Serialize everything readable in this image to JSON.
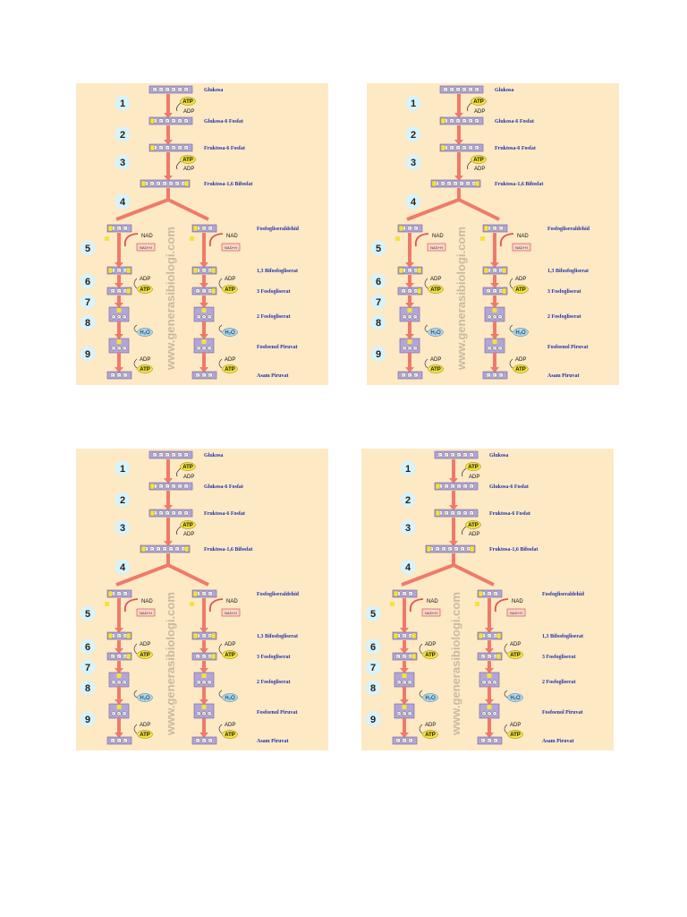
{
  "diagram": {
    "steps": [
      "1",
      "2",
      "3",
      "4",
      "5",
      "6",
      "7",
      "8",
      "9"
    ],
    "labels": {
      "glukosa": "Glukosa",
      "g6p": "Glukosa-6 Fosfat",
      "f6p": "Fruktosa-6 Fosfat",
      "f16bp": "Fruktosa-1,6 Bifosfat",
      "gap": "Fosfogliseraldehid",
      "bpg": "1,3 Bifosfogliserat",
      "pg3": "3 Fosfogliserat",
      "pg2": "2 Fosfogliserat",
      "pep": "Fosfoenol Piruvat",
      "pyr": "Asam Piruvat"
    },
    "molecules": {
      "atp": "ATP",
      "adp": "ADP",
      "nad": "NAD",
      "nadh": "NAD+H",
      "h2o": "H₂O",
      "p": "P",
      "c": "C"
    },
    "watermark": "www.generasibiologi.com",
    "colors": {
      "panel_bg": "#fde9c4",
      "arrow": "#f07a6a",
      "box": "#b3a6d6",
      "atp": "#f5e23a",
      "water": "#a9d8f2",
      "label": "#2233aa"
    }
  }
}
